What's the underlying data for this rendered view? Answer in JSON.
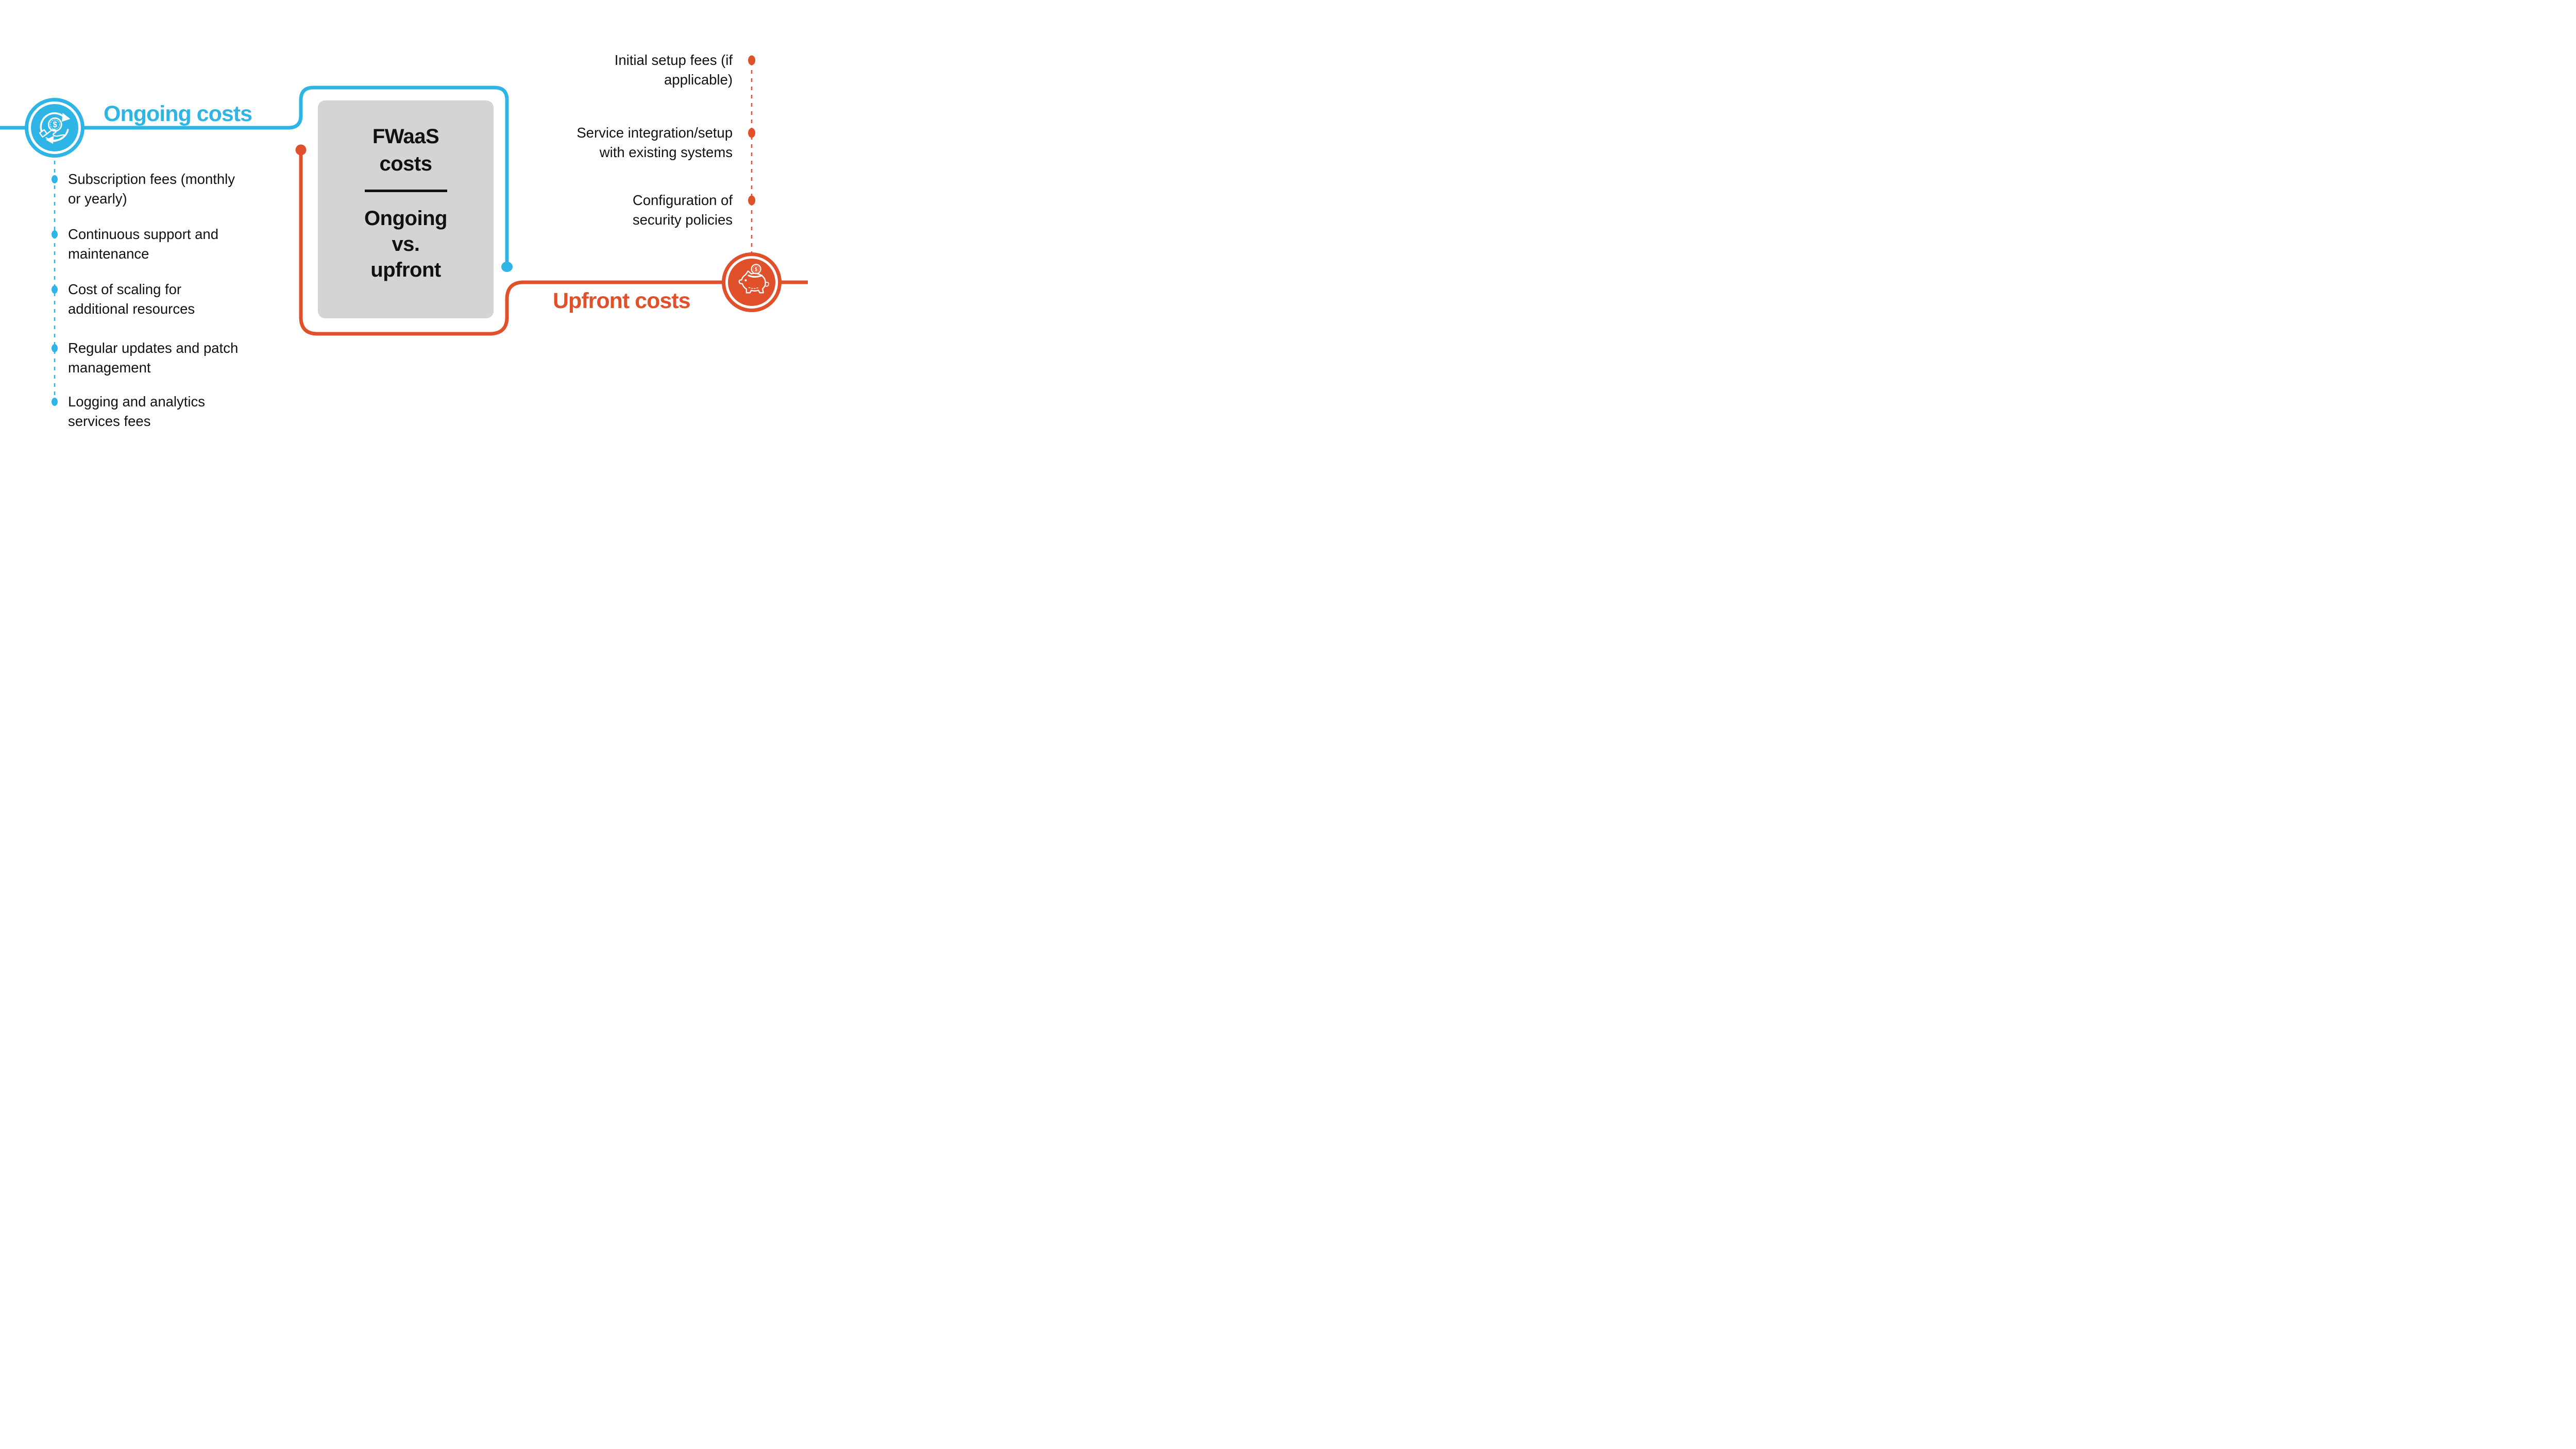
{
  "title": "FWaaS costs — Ongoing vs. upfront",
  "colors": {
    "ongoing_blue": "#2fb5e5",
    "upfront_orange": "#e0512b",
    "center_box_gray": "#d4d4d4",
    "text_black": "#111111"
  },
  "center_box": {
    "title": "FWaaS\ncosts",
    "subtitle": "Ongoing\nvs.\nupfront"
  },
  "ongoing": {
    "heading": "Ongoing costs",
    "icon": "money-cycle-icon",
    "items": [
      "Subscription fees (monthly\nor yearly)",
      "Continuous support and\nmaintenance",
      "Cost of scaling for\nadditional resources",
      "Regular updates and patch\nmanagement",
      "Logging and analytics\nservices fees"
    ]
  },
  "upfront": {
    "heading": "Upfront costs",
    "icon": "piggy-bank-icon",
    "items": [
      "Initial setup fees (if\napplicable)",
      "Service integration/setup\nwith existing systems",
      "Configuration of\nsecurity policies"
    ]
  }
}
